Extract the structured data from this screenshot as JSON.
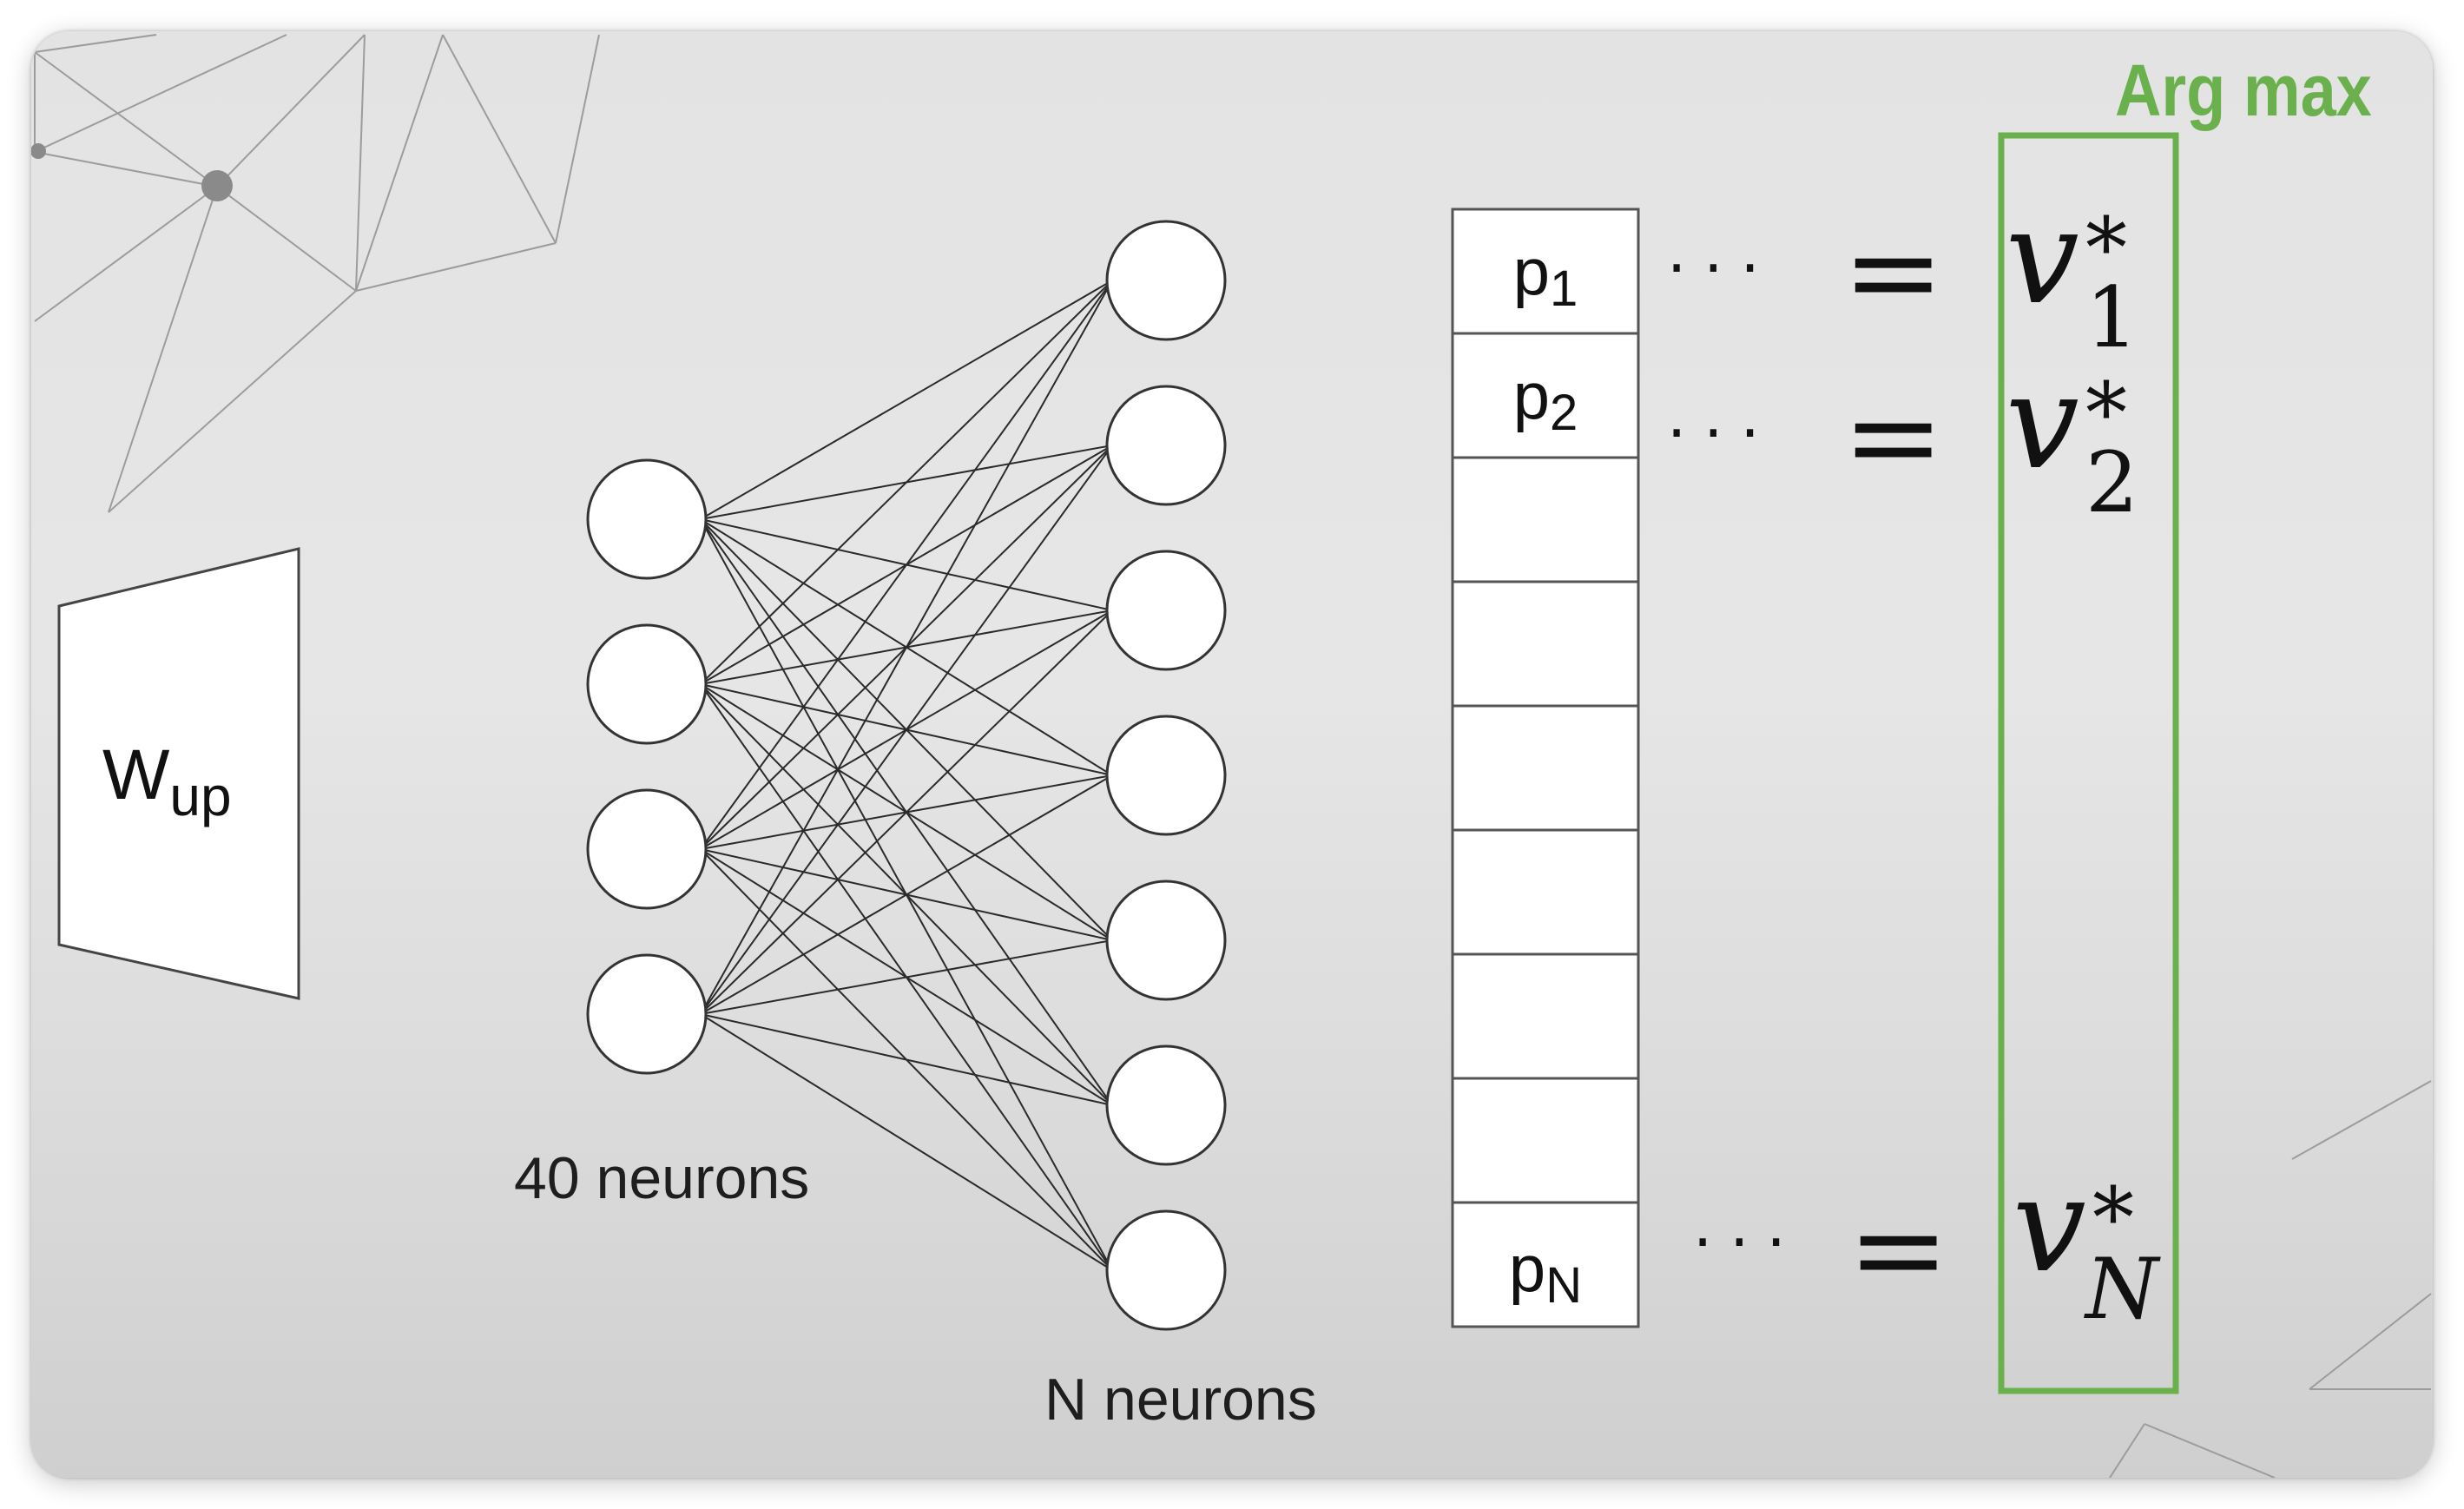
{
  "w_up": {
    "base": "W",
    "sub": "up"
  },
  "input_layer": {
    "count": 4,
    "label": "40 neurons"
  },
  "output_layer": {
    "count": 7,
    "label": "N neurons"
  },
  "prob_vector": {
    "cell_count": 9,
    "labels": [
      {
        "base": "p",
        "sub": "1"
      },
      {
        "base": "p",
        "sub": "2"
      },
      {
        "base": "p",
        "sub": "N"
      }
    ]
  },
  "values": [
    {
      "dots": "···",
      "eq": "=",
      "base": "v",
      "sup": "*",
      "sub": "1"
    },
    {
      "dots": "···",
      "eq": "=",
      "base": "v",
      "sup": "*",
      "sub": "2"
    },
    {
      "dots": "···",
      "eq": "=",
      "base": "v",
      "sup": "*",
      "sub": "N"
    }
  ],
  "argmax": {
    "label": "Arg max",
    "color": "#6ab04c"
  }
}
